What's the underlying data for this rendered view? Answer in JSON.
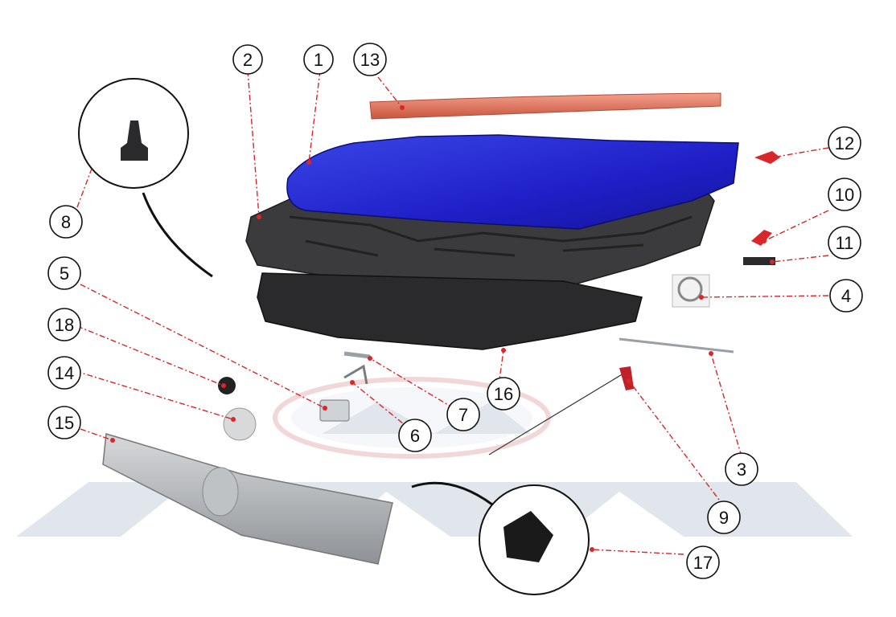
{
  "diagram": {
    "callouts": [
      {
        "id": "c1",
        "label": "1"
      },
      {
        "id": "c2",
        "label": "2"
      },
      {
        "id": "c3",
        "label": "3"
      },
      {
        "id": "c4",
        "label": "4"
      },
      {
        "id": "c5",
        "label": "5"
      },
      {
        "id": "c6",
        "label": "6"
      },
      {
        "id": "c7",
        "label": "7"
      },
      {
        "id": "c8",
        "label": "8"
      },
      {
        "id": "c9",
        "label": "9"
      },
      {
        "id": "c10",
        "label": "10"
      },
      {
        "id": "c11",
        "label": "11"
      },
      {
        "id": "c12",
        "label": "12"
      },
      {
        "id": "c13",
        "label": "13"
      },
      {
        "id": "c14",
        "label": "14"
      },
      {
        "id": "c15",
        "label": "15"
      },
      {
        "id": "c16",
        "label": "16"
      },
      {
        "id": "c17",
        "label": "17"
      },
      {
        "id": "c18",
        "label": "18"
      }
    ],
    "colors": {
      "hood": "#1f1fc8",
      "hood_highlight": "#3a46e6",
      "insulation_frame": "#3a3a3a",
      "insulation_pad": "#2b2b2b",
      "seal_strip": "#e8806a",
      "grille": "#b9bcbf",
      "leader_line": "#d9262a",
      "watermark": "#c9d2e0"
    },
    "watermark_text": "AVAN"
  }
}
